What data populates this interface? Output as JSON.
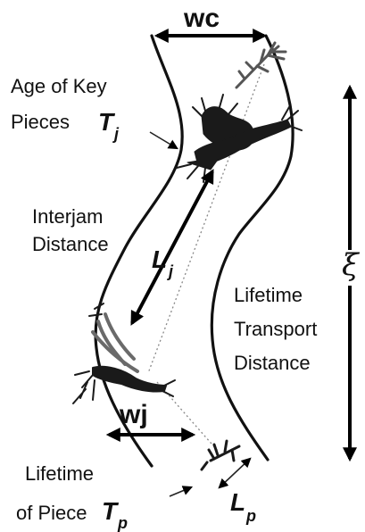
{
  "labels": {
    "channel_width": "wc",
    "age_of_key_pieces_line1": "Age of Key",
    "age_of_key_pieces_line2": "Pieces",
    "age_symbol": "T",
    "age_subscript": "j",
    "interjam_line1": "Interjam",
    "interjam_line2": "Distance",
    "interjam_symbol": "L",
    "interjam_subscript": "j",
    "lifetime_transport_line1": "Lifetime",
    "lifetime_transport_line2": "Transport",
    "lifetime_transport_line3": "Distance",
    "transport_symbol": "ξ",
    "jam_width": "wj",
    "lifetime_piece_line1": "Lifetime",
    "lifetime_piece_line2": "of Piece",
    "piece_symbol": "T",
    "piece_subscript": "p",
    "piece_length_symbol": "L",
    "piece_length_subscript": "p"
  },
  "colors": {
    "ink": "#111111",
    "wood_dark": "#1a1a1a",
    "wood_grey": "#6a6a6a",
    "background": "#ffffff"
  }
}
